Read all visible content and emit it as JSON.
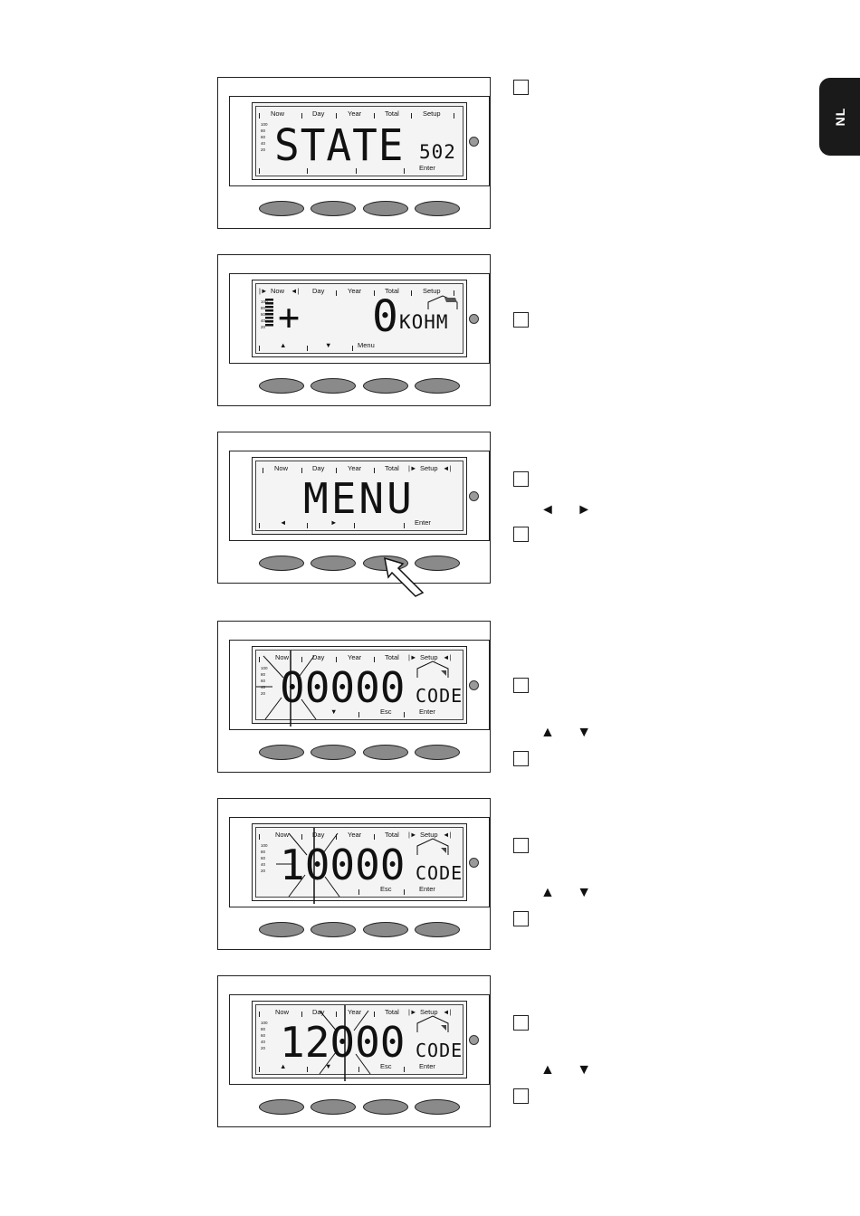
{
  "sidebar_tab": {
    "label": "NL"
  },
  "panels": [
    {
      "top": [
        "Now",
        "Day",
        "Year",
        "Total",
        "Setup"
      ],
      "bottom": [
        "Enter"
      ],
      "main": "STATE",
      "suffix": "502"
    },
    {
      "top": [
        "Now",
        "Day",
        "Year",
        "Total",
        "Setup"
      ],
      "bottom_arrows": [
        "▲",
        "▼"
      ],
      "bottom": [
        "Menu"
      ],
      "left_symbol": "+",
      "main": "0",
      "suffix": "KOHM"
    },
    {
      "top": [
        "Now",
        "Day",
        "Year",
        "Total",
        "Setup"
      ],
      "bottom_arrows": [
        "◄",
        "►"
      ],
      "bottom": [
        "Enter"
      ],
      "main": "MENU"
    },
    {
      "top": [
        "Now",
        "Day",
        "Year",
        "Total",
        "Setup"
      ],
      "bottom_arrows": [
        "▼"
      ],
      "bottom": [
        "Esc",
        "Enter"
      ],
      "main": "00000",
      "suffix": "CODE"
    },
    {
      "top": [
        "Now",
        "Day",
        "Year",
        "Total",
        "Setup"
      ],
      "bottom": [
        "Esc",
        "Enter"
      ],
      "main": "10000",
      "suffix": "CODE"
    },
    {
      "top": [
        "Now",
        "Day",
        "Year",
        "Total",
        "Setup"
      ],
      "bottom_arrows": [
        "▲",
        "▼"
      ],
      "bottom": [
        "Esc",
        "Enter"
      ],
      "main": "12000",
      "suffix": "CODE"
    }
  ],
  "scale_labels": [
    "100",
    "80",
    "60",
    "40",
    "20"
  ],
  "step_arrows": {
    "left_right": "◄ ►",
    "up_down": "▲ ▼"
  }
}
